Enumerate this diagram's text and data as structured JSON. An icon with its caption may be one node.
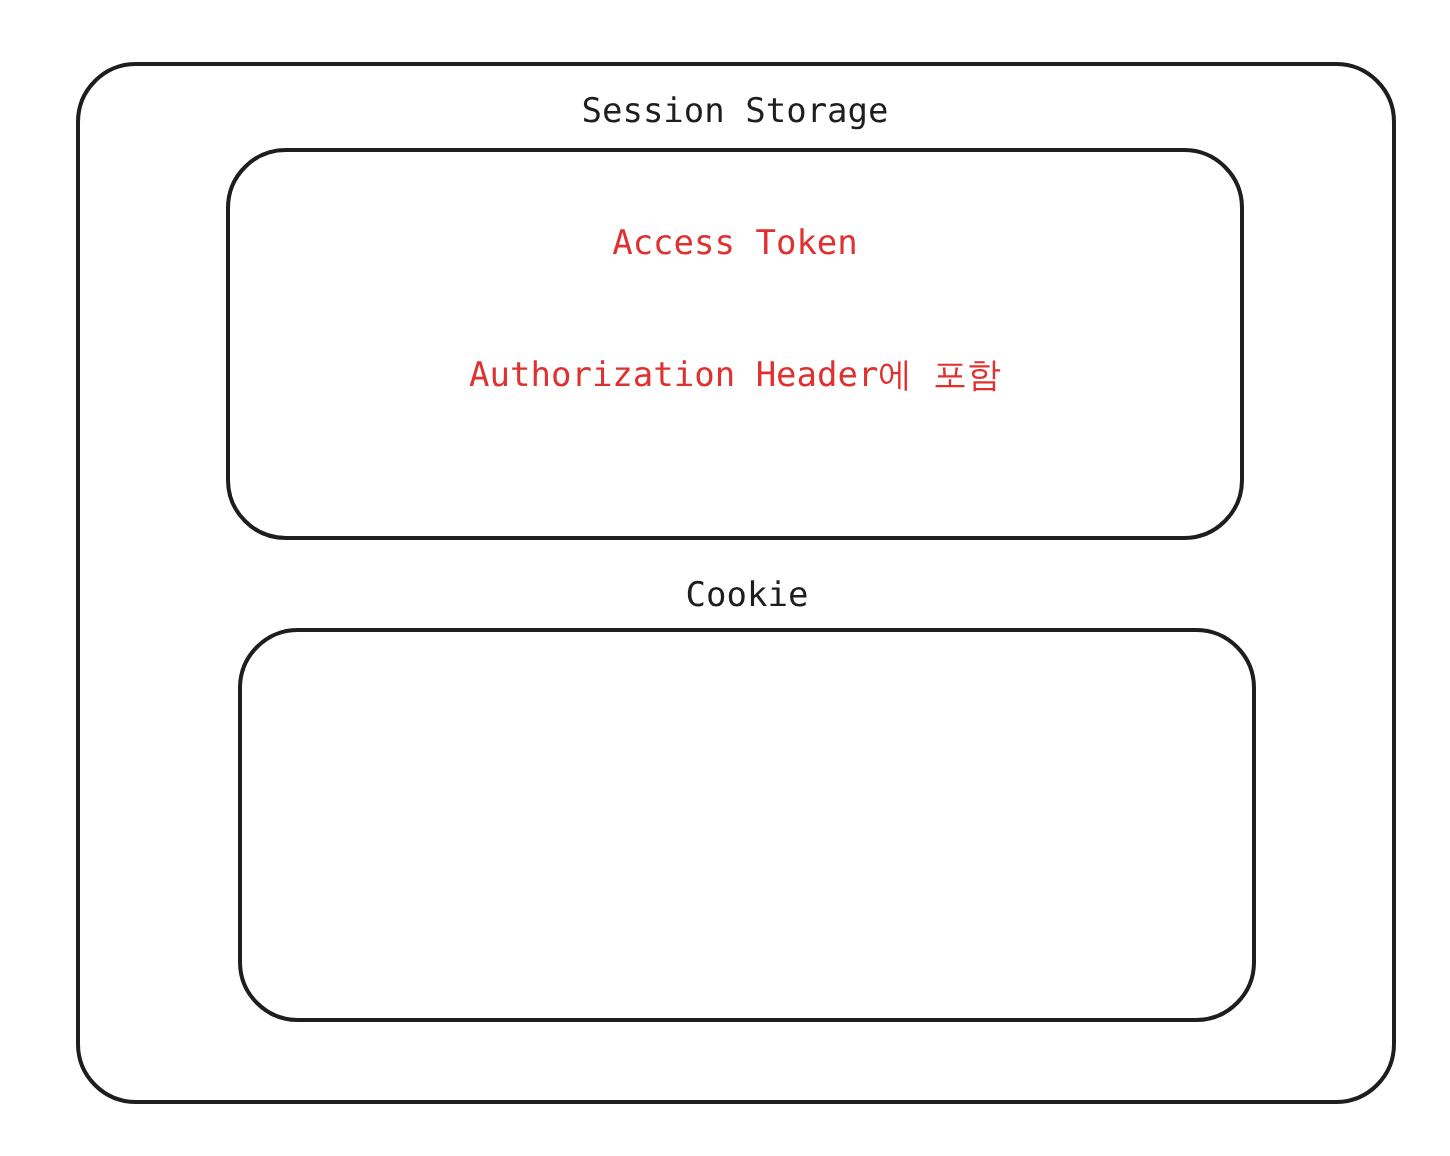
{
  "diagram": {
    "nodes": [
      {
        "text": [],
        "shape": "box"
      },
      {
        "text": [
          "Session Storage",
          "Access Token",
          "Authorization Header에 포함"
        ],
        "in": 0
      },
      {
        "text": [
          "Cookie"
        ],
        "in": 0
      }
    ]
  }
}
